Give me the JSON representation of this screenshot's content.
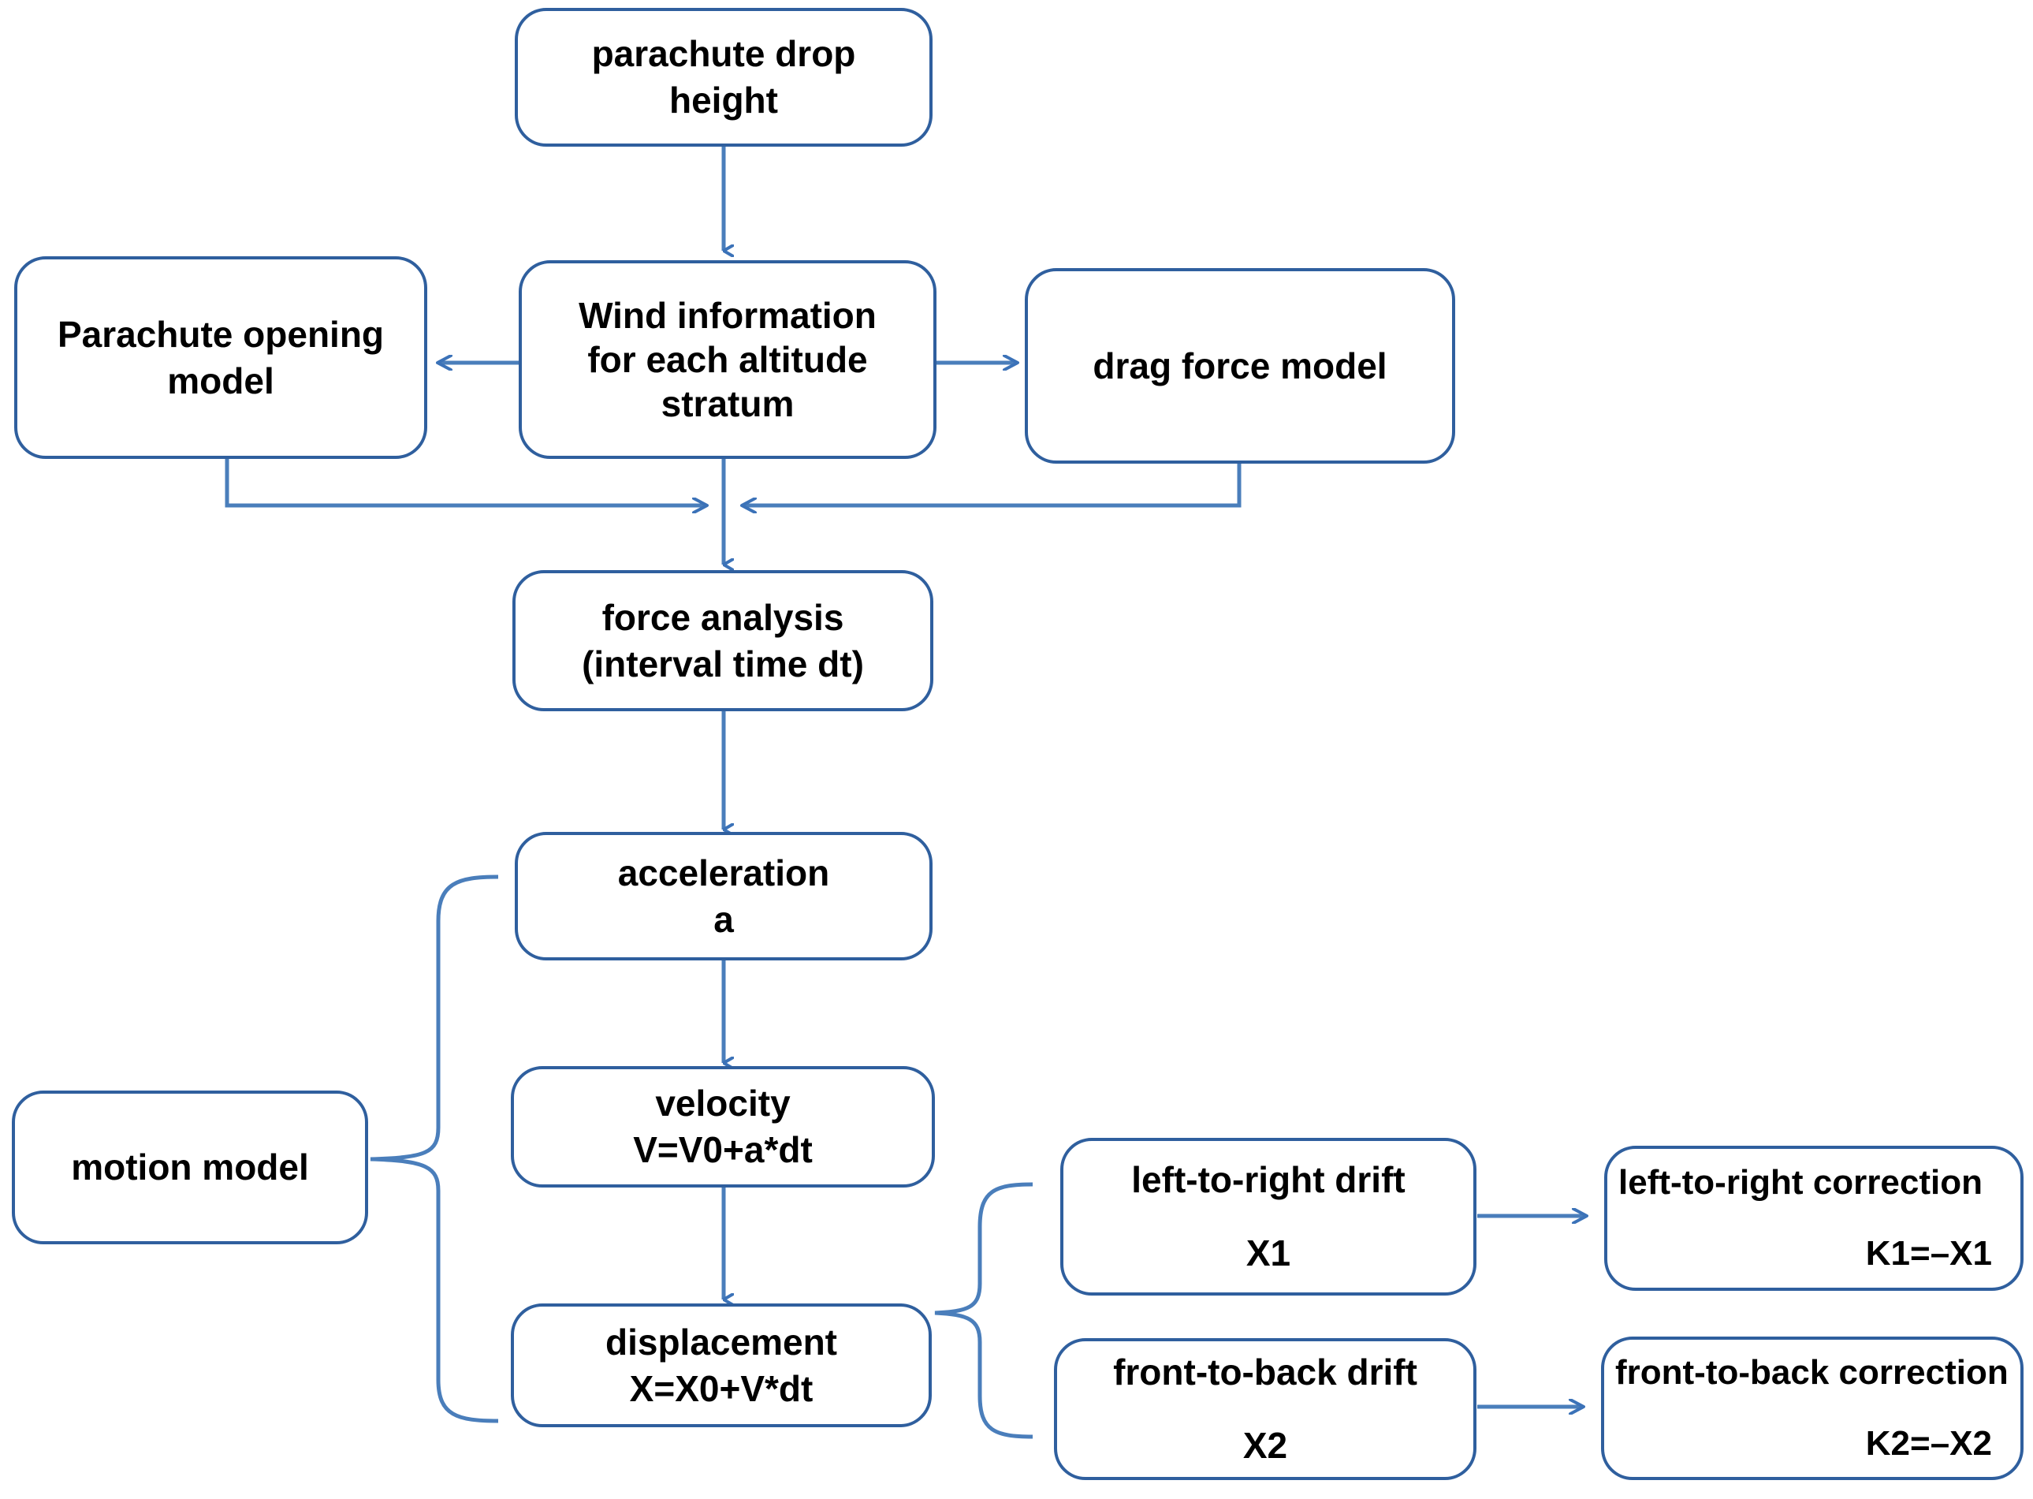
{
  "diagram": {
    "title": "Parachute drop drift correction flowchart",
    "accent_color": "#4a7ebb",
    "node_border_color": "#2f5f9e",
    "text_color": "#000000",
    "background_color": "#ffffff"
  },
  "nodes": {
    "parachute_drop_height": {
      "line1": "parachute drop",
      "line2": "height"
    },
    "parachute_opening_model": {
      "line1": "Parachute opening",
      "line2": "model"
    },
    "wind_information": {
      "line1": "Wind information",
      "line2": "for each altitude",
      "line3": "stratum"
    },
    "drag_force_model": {
      "line1": "drag force model",
      "line2": ""
    },
    "force_analysis": {
      "line1": "force analysis",
      "line2": "(interval time dt)"
    },
    "acceleration": {
      "line1": "acceleration",
      "line2": "a"
    },
    "motion_model": {
      "line1": "motion model",
      "line2": ""
    },
    "velocity": {
      "line1": "velocity",
      "line2": "V=V0+a*dt"
    },
    "displacement": {
      "line1": "displacement",
      "line2": "X=X0+V*dt"
    },
    "left_right_drift": {
      "line1": "left-to-right drift",
      "line2": "X1"
    },
    "left_right_correction": {
      "line1": "left-to-right correction",
      "line2": "K1=–X1"
    },
    "front_back_drift": {
      "line1": "front-to-back drift",
      "line2": "X2"
    },
    "front_back_correction": {
      "line1": "front-to-back correction",
      "line2": "K2=–X2"
    }
  },
  "connectors": [
    {
      "name": "drop-height-to-wind",
      "kind": "arrow-down"
    },
    {
      "name": "wind-to-opening-model",
      "kind": "arrow-left"
    },
    {
      "name": "wind-to-drag-force",
      "kind": "arrow-right"
    },
    {
      "name": "opening-model-to-merge",
      "kind": "elbow-arrow-right"
    },
    {
      "name": "drag-force-to-merge",
      "kind": "elbow-arrow-left"
    },
    {
      "name": "wind-to-merge",
      "kind": "line-down"
    },
    {
      "name": "merge-to-force-analysis",
      "kind": "arrow-down"
    },
    {
      "name": "force-analysis-to-acceleration",
      "kind": "arrow-down"
    },
    {
      "name": "acceleration-to-velocity",
      "kind": "arrow-down"
    },
    {
      "name": "velocity-to-displacement",
      "kind": "arrow-down"
    },
    {
      "name": "motion-model-brace",
      "kind": "left-curly-brace"
    },
    {
      "name": "displacement-drift-brace",
      "kind": "right-curly-brace"
    },
    {
      "name": "left-right-drift-to-correction",
      "kind": "arrow-right"
    },
    {
      "name": "front-back-drift-to-correction",
      "kind": "arrow-right"
    }
  ]
}
